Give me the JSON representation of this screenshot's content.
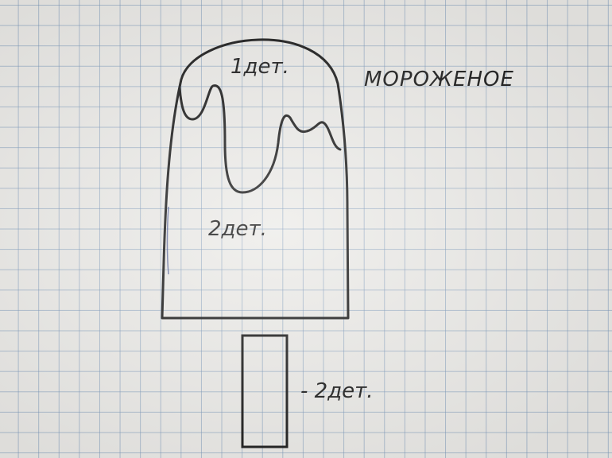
{
  "title": "МОРОЖЕНОЕ",
  "labels": {
    "top_part": "1дет.",
    "body_part": "2дет.",
    "stick_part": "- 2дет."
  },
  "colors": {
    "paper": "#ecebe8",
    "grid": "#7896b9",
    "ink": "#1a1a1a",
    "pen_blue": "#3a4a8a"
  }
}
